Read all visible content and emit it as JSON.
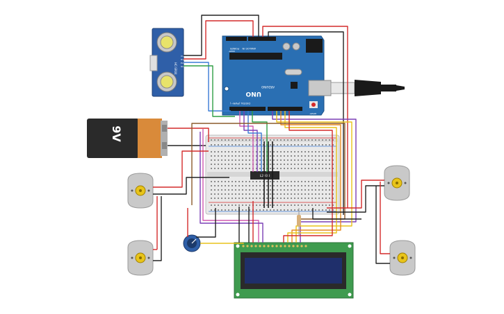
{
  "battery": {
    "label": "9V"
  },
  "ultrasonic": {
    "model": "HC-SR04",
    "pins": [
      "Vcc",
      "Trig",
      "Echo",
      "Gnd"
    ]
  },
  "arduino": {
    "logo": "UNO",
    "brand": "ARDUINO",
    "digital_label": "DIGITAL (PWM~)",
    "analog_label": "ANALOG IN",
    "power_label": "POWER",
    "ioref": "IOREF",
    "reset_label": "RESET"
  },
  "driver_ic": {
    "label": "L293D"
  },
  "colors": {
    "board": "#2a6fb3",
    "wire_red": "#d42a2a",
    "wire_black": "#222222",
    "wire_brown": "#8b5a2b",
    "wire_yellow": "#e8c21a",
    "wire_orange": "#e68a1e",
    "wire_purple": "#7a3fb5",
    "wire_pink": "#d05ab0",
    "wire_green": "#2f9e44",
    "wire_blue": "#3a7bd5",
    "lcd_pcb": "#3f9b4f",
    "lcd_screen": "#1f2f6b",
    "motor_body": "#c9c9c9",
    "motor_hub": "#e8c41a"
  }
}
